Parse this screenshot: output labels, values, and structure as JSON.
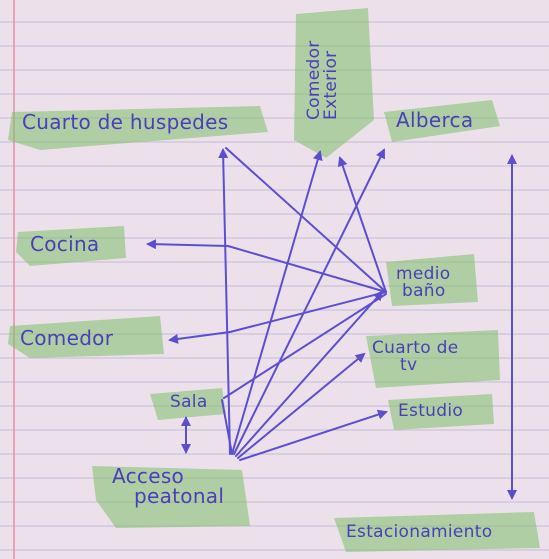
{
  "diagram": {
    "ink_color": "#5b4fd0",
    "highlight_color": "#7fbf6a",
    "paper_color": "#ece1ea",
    "line_color": "#b9b4d6",
    "margin_color": "#e58ea7",
    "nodes": {
      "cuarto_huespedes": "Cuarto de huspedes",
      "comedor_exterior_1": "Comedor",
      "comedor_exterior_2": "Exterior",
      "alberca": "Alberca",
      "cocina": "Cocina",
      "comedor": "Comedor",
      "medio_bano_1": "medio",
      "medio_bano_2": "baño",
      "cuarto_tv_1": "Cuarto de",
      "cuarto_tv_2": "tv",
      "sala": "Sala",
      "estudio": "Estudio",
      "acceso_peatonal_1": "Acceso",
      "acceso_peatonal_2": "peatonal",
      "estacionamiento": "Estacionamiento"
    }
  }
}
